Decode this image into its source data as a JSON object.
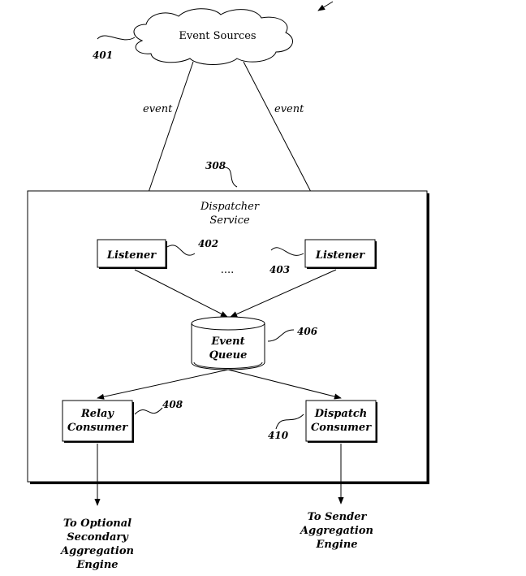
{
  "nodes": {
    "event_sources": "Event Sources",
    "dispatcher_service_line1": "Dispatcher",
    "dispatcher_service_line2": "Service",
    "listener_left": "Listener",
    "listener_right": "Listener",
    "ellipsis": "....",
    "event_queue_line1": "Event",
    "event_queue_line2": "Queue",
    "relay_consumer_line1": "Relay",
    "relay_consumer_line2": "Consumer",
    "dispatch_consumer_line1": "Dispatch",
    "dispatch_consumer_line2": "Consumer"
  },
  "edge_labels": {
    "event_left": "event",
    "event_right": "event"
  },
  "outputs": {
    "left": [
      "To Optional",
      "Secondary",
      "Aggregation",
      "Engine"
    ],
    "right": [
      "To Sender",
      "Aggregation",
      "Engine"
    ]
  },
  "refs": {
    "event_sources": "401",
    "dispatcher": "308",
    "listener_left": "402",
    "listener_right": "403",
    "event_queue": "406",
    "relay_consumer": "408",
    "dispatch_consumer": "410"
  }
}
